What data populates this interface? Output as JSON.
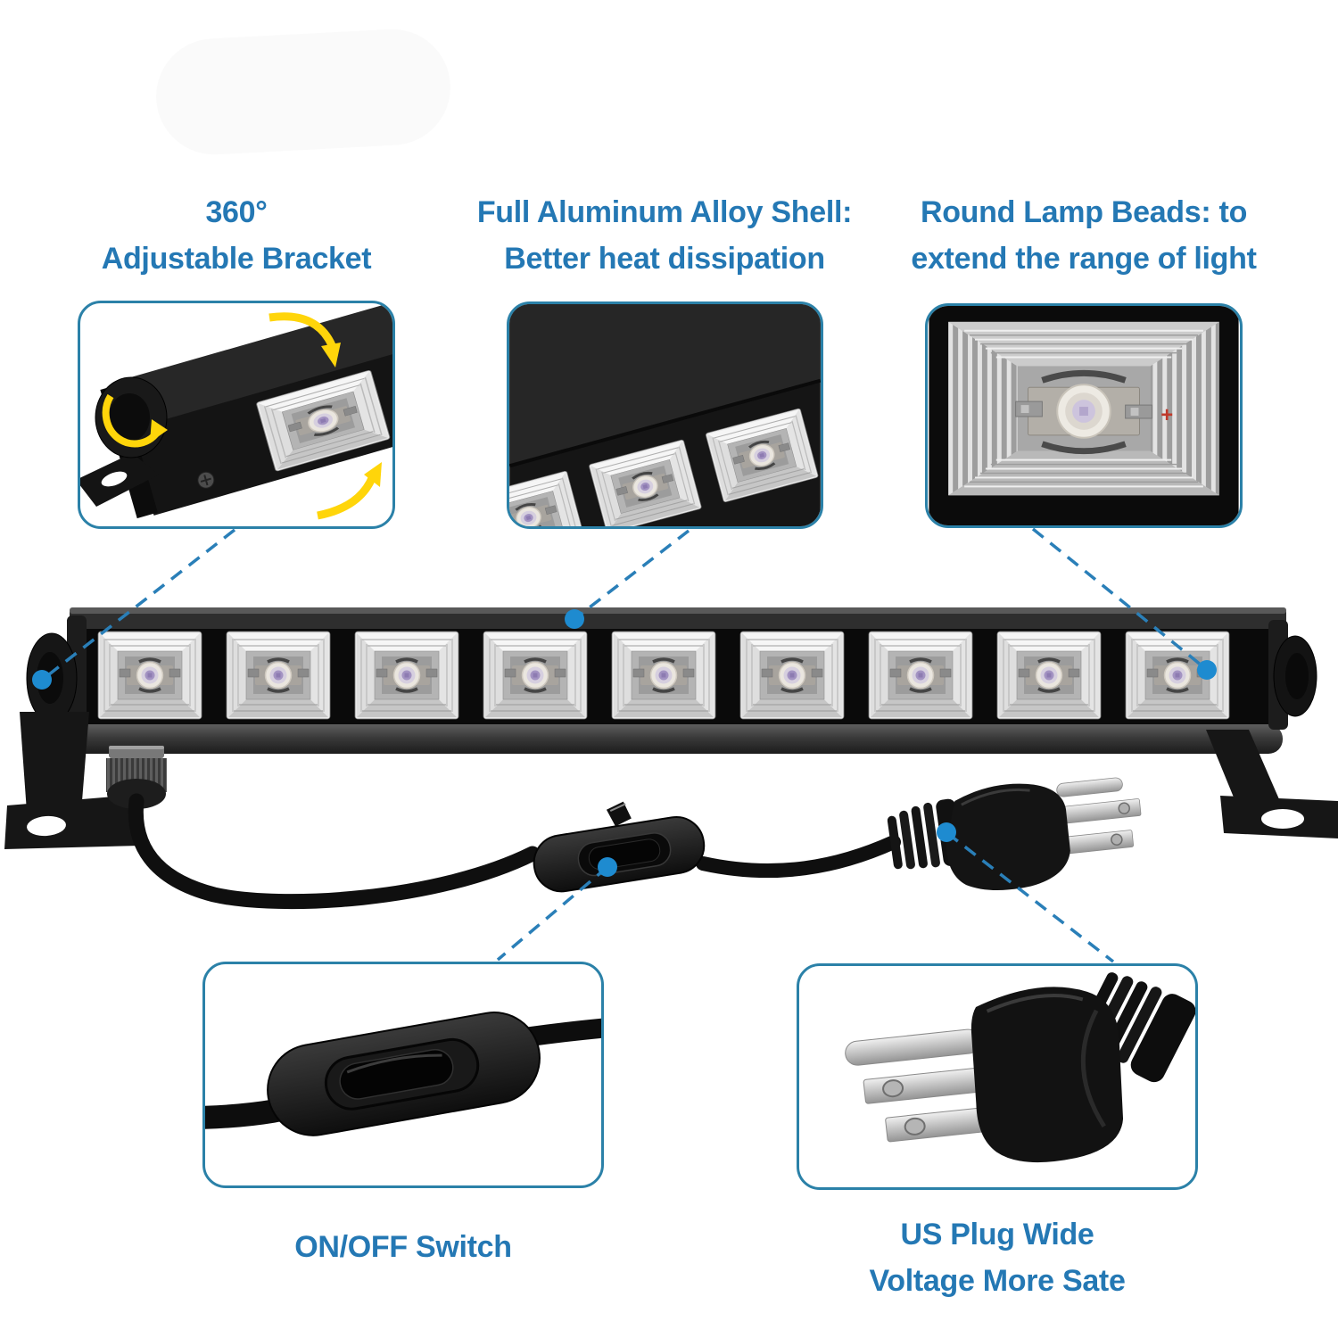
{
  "page": {
    "background": "#ffffff"
  },
  "colors": {
    "label_text": "#2478b4",
    "callout_border": "#2b81a8",
    "leader_line": "#2a7fb8",
    "marker_dot": "#1e8bd0",
    "arrow_yellow": "#ffd50a"
  },
  "callouts": {
    "bracket": {
      "title_line1": "360°",
      "title_line2": "Adjustable Bracket"
    },
    "shell": {
      "title_line1": "Full Aluminum Alloy Shell:",
      "title_line2": "Better heat dissipation"
    },
    "lamp_beads": {
      "title_line1": "Round Lamp Beads: to",
      "title_line2": "extend the range of light"
    },
    "power_switch": {
      "title": "ON/OFF Switch"
    },
    "us_plug": {
      "title_line1": "US Plug Wide",
      "title_line2": "Voltage More Sate"
    }
  },
  "markers": {
    "polarity_plus": "+"
  }
}
